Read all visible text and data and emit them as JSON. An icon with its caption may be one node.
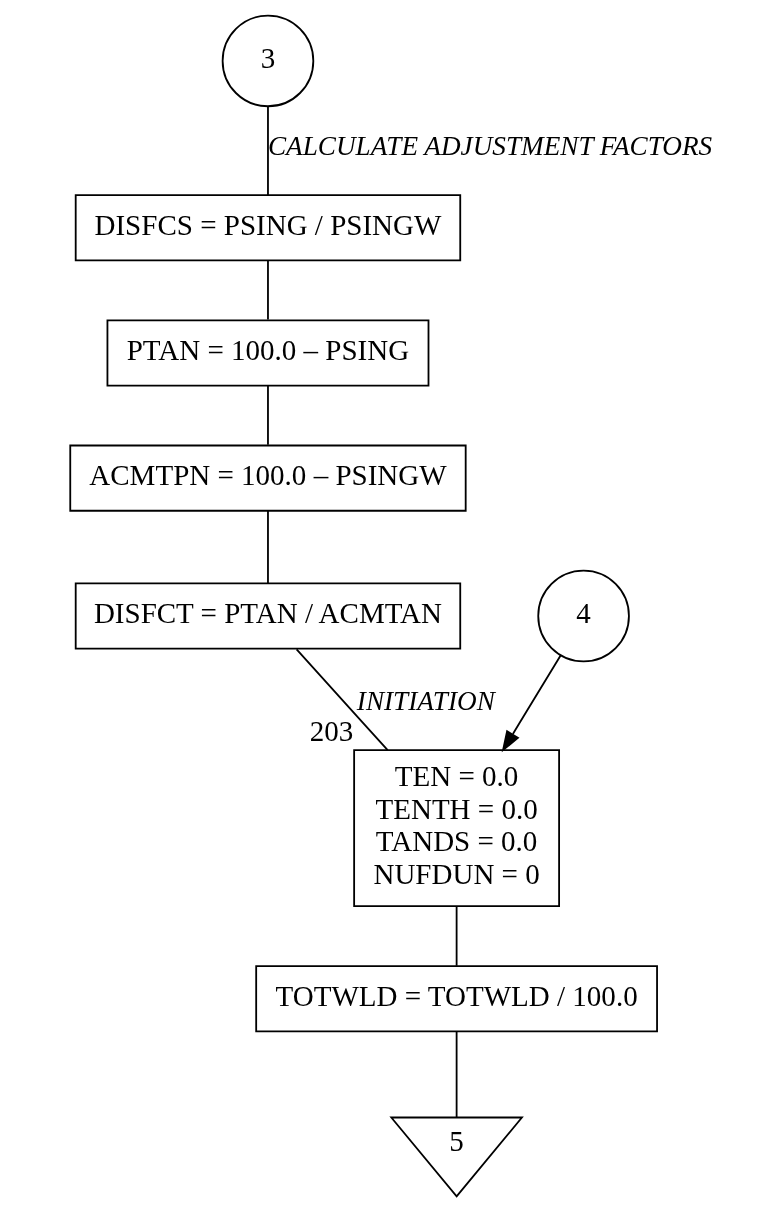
{
  "diagram": {
    "nodes": [
      {
        "text": [
          "3"
        ]
      },
      {
        "text": [
          "DISFCS = PSING / PSINGW"
        ]
      },
      {
        "text": [
          "PTAN = 100.0 – PSING"
        ]
      },
      {
        "text": [
          "ACMTPN = 100.0 – PSINGW"
        ]
      },
      {
        "text": [
          "DISFCT = PTAN / ACMTAN"
        ]
      },
      {
        "text": [
          "4"
        ]
      },
      {
        "text": [
          "TEN = 0.0",
          "TENTH = 0.0",
          "TANDS = 0.0",
          "NUFDUN = 0"
        ],
        "beside": [
          "203"
        ]
      },
      {
        "text": [
          "TOTWLD = TOTWLD / 100.0"
        ]
      },
      {
        "text": [
          "5"
        ]
      }
    ],
    "edges": [
      {
        "from": 0,
        "to": 1,
        "arrow": "none",
        "label": "CALCULATE ADJUSTMENT FACTORS"
      },
      {
        "from": 1,
        "to": 2,
        "arrow": "none"
      },
      {
        "from": 2,
        "to": 3,
        "arrow": "none"
      },
      {
        "from": 3,
        "to": 4,
        "arrow": "none"
      },
      {
        "from": 4,
        "to": 6,
        "arrow": "none",
        "label": "INITIATION"
      },
      {
        "from": 5,
        "to": 6,
        "arrow": "to"
      },
      {
        "from": 6,
        "to": 7,
        "arrow": "none"
      },
      {
        "from": 7,
        "to": 8,
        "arrow": "none"
      }
    ]
  }
}
